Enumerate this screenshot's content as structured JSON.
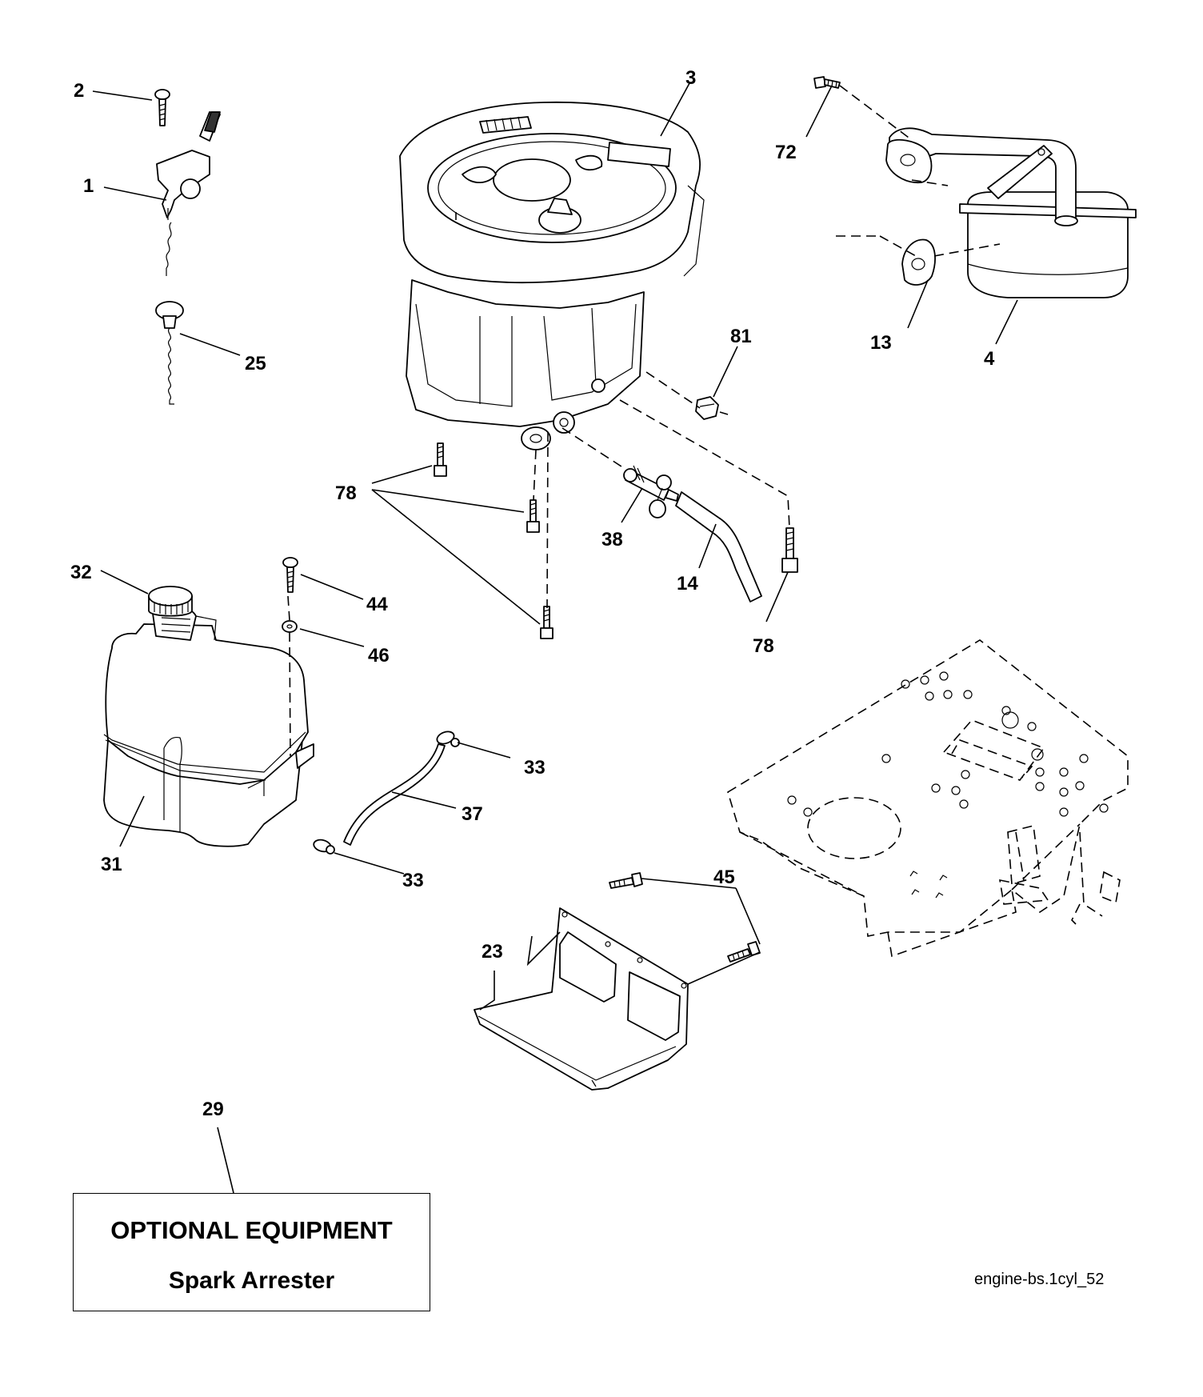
{
  "diagram": {
    "code": "engine-bs.1cyl_52",
    "optional_box": {
      "title": "OPTIONAL EQUIPMENT",
      "subtitle": "Spark Arrester"
    },
    "callouts": {
      "c1": "1",
      "c2": "2",
      "c3": "3",
      "c4": "4",
      "c13": "13",
      "c14": "14",
      "c23": "23",
      "c25": "25",
      "c29": "29",
      "c31": "31",
      "c32": "32",
      "c33a": "33",
      "c33b": "33",
      "c37": "37",
      "c38": "38",
      "c44": "44",
      "c45": "45",
      "c46": "46",
      "c72": "72",
      "c78a": "78",
      "c78b": "78",
      "c81": "81"
    }
  }
}
